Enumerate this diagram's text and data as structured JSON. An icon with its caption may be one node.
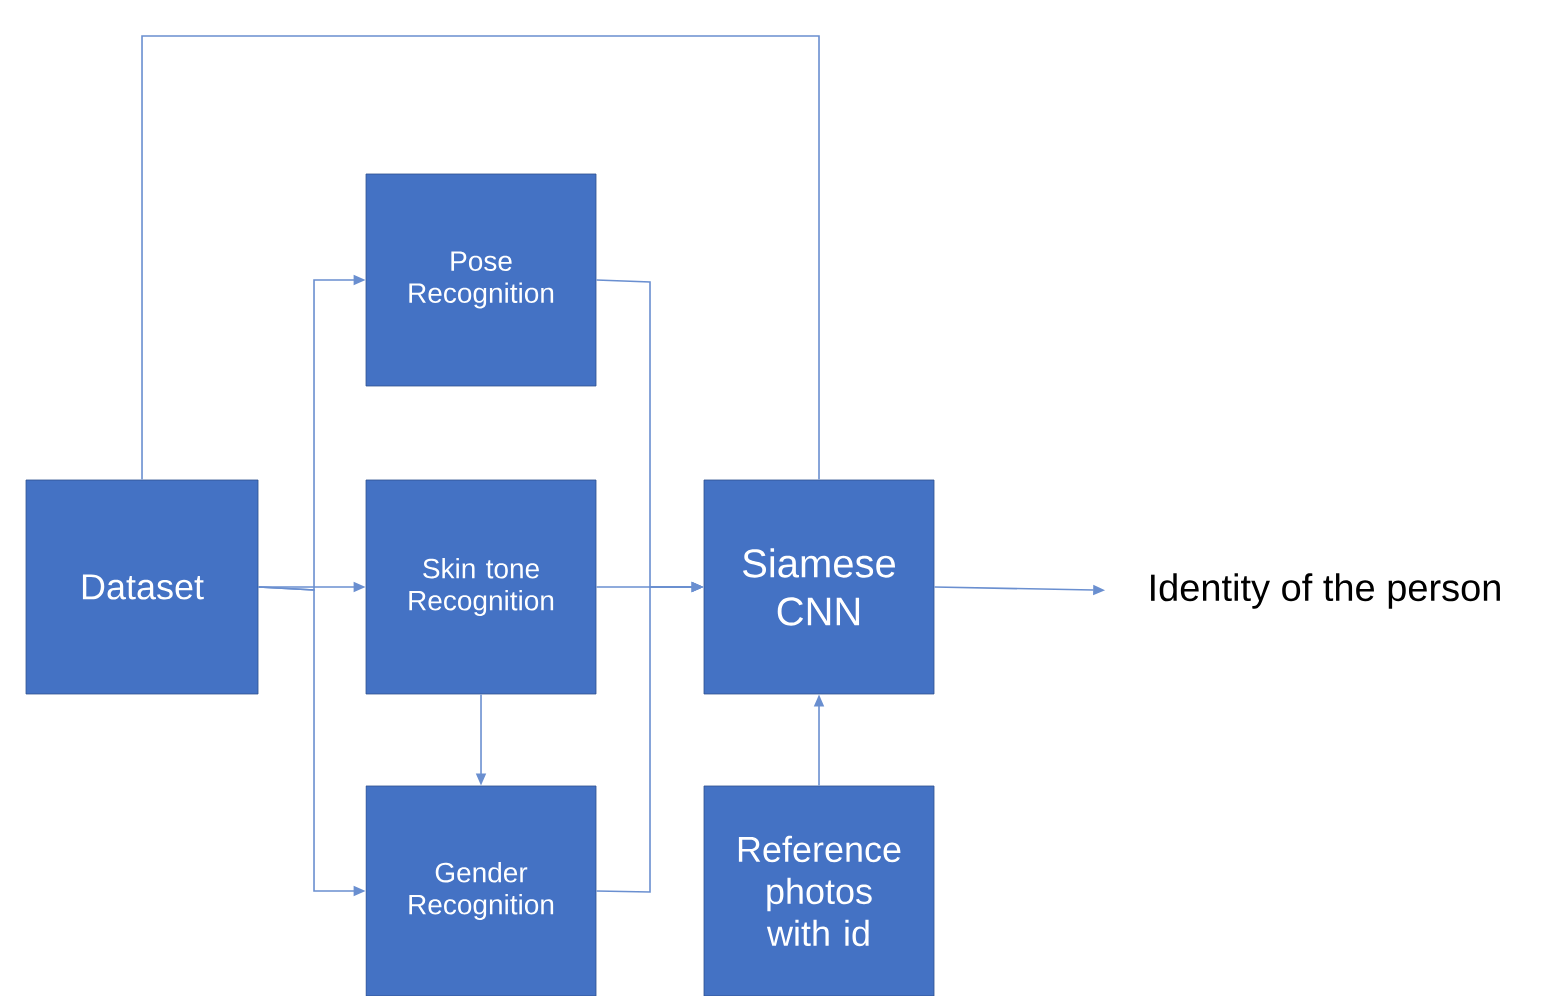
{
  "diagram": {
    "nodes": [
      {
        "text": [
          "Dataset"
        ]
      },
      {
        "text": [
          "Pose Recognition"
        ]
      },
      {
        "text": [
          "Skin tone Recognition"
        ]
      },
      {
        "text": [
          "Gender Recognition"
        ]
      },
      {
        "text": [
          "Siamese CNN"
        ]
      },
      {
        "text": [
          "Reference photos with id"
        ]
      },
      {
        "text": [
          "Identity of the person"
        ]
      }
    ],
    "edges": [
      {
        "from": 0,
        "to": 1,
        "arrow": "to"
      },
      {
        "from": 0,
        "to": 2,
        "arrow": "to"
      },
      {
        "from": 0,
        "to": 3,
        "arrow": "to"
      },
      {
        "from": 0,
        "to": 4,
        "arrow": "none"
      },
      {
        "from": 1,
        "to": 4,
        "arrow": "to"
      },
      {
        "from": 2,
        "to": 4,
        "arrow": "to"
      },
      {
        "from": 3,
        "to": 4,
        "arrow": "to"
      },
      {
        "from": 2,
        "to": 3,
        "arrow": "to"
      },
      {
        "from": 5,
        "to": 4,
        "arrow": "to"
      },
      {
        "from": 4,
        "to": 6,
        "arrow": "to"
      }
    ]
  }
}
